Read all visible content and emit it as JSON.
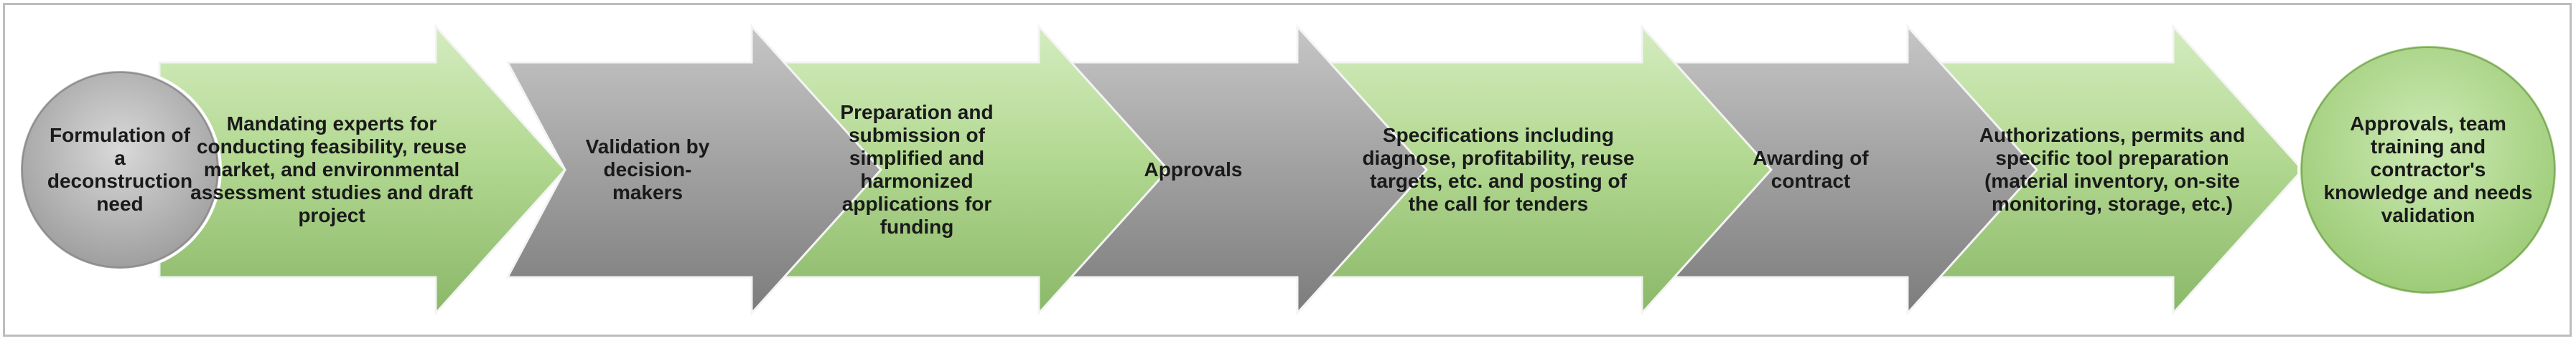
{
  "colors": {
    "green_light": "#c8e6b2",
    "green_mid": "#a5d07f",
    "green_dark": "#7ea85c",
    "gray_light": "#bcbcbc",
    "gray_mid": "#9b9b9b",
    "gray_dark": "#6f6f6f",
    "start_circle": "#a8a8a8",
    "end_ellipse": "#b6dc96",
    "border": "#bdbdbd"
  },
  "steps": [
    {
      "id": "start",
      "shape": "circle",
      "tone": "gray",
      "text": "Formulation of a deconstruction need"
    },
    {
      "id": "step1",
      "shape": "arrow",
      "tone": "green",
      "text": "Mandating experts for conducting feasibility, reuse market, and environmental assessment studies and draft project"
    },
    {
      "id": "step2",
      "shape": "arrow",
      "tone": "gray",
      "text": "Validation by decision-makers"
    },
    {
      "id": "step3",
      "shape": "arrow",
      "tone": "green",
      "text": "Preparation and submission of simplified and harmonized applications for funding"
    },
    {
      "id": "step4",
      "shape": "arrow",
      "tone": "gray",
      "text": "Approvals"
    },
    {
      "id": "step5",
      "shape": "arrow",
      "tone": "green",
      "text": "Specifications including diagnose, profitability, reuse targets, etc. and posting of the call for tenders"
    },
    {
      "id": "step6",
      "shape": "arrow",
      "tone": "gray",
      "text": "Awarding of contract"
    },
    {
      "id": "step7",
      "shape": "arrow",
      "tone": "green",
      "text": "Authorizations, permits and specific tool preparation (material inventory, on-site monitoring, storage, etc.)"
    },
    {
      "id": "end",
      "shape": "ellipse",
      "tone": "green",
      "text": "Approvals, team training and contractor's knowledge and needs validation"
    }
  ]
}
